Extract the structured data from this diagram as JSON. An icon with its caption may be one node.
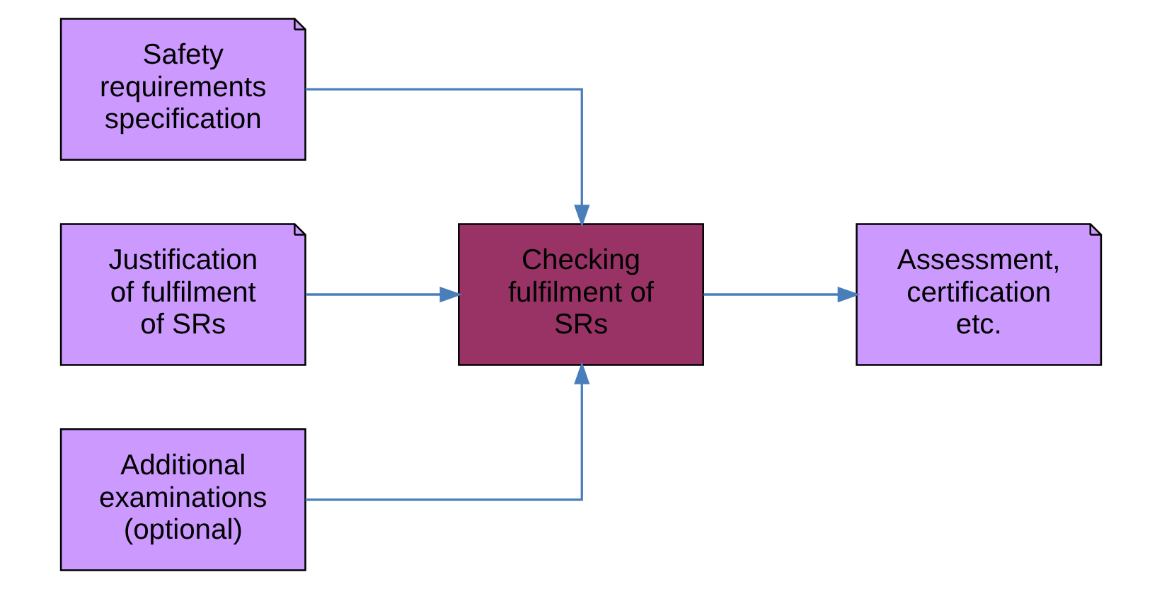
{
  "diagram": {
    "nodes": [
      {
        "text": [
          "Safety requirements specification"
        ]
      },
      {
        "text": [
          "Justification of fulfilment of SRs"
        ]
      },
      {
        "text": [
          "Additional examinations (optional)"
        ]
      },
      {
        "text": [
          "Checking fulfilment of SRs"
        ]
      },
      {
        "text": [
          "Assessment, certification etc."
        ]
      }
    ],
    "edges": [
      {
        "from": 0,
        "to": 3,
        "arrow": "to"
      },
      {
        "from": 1,
        "to": 3,
        "arrow": "to"
      },
      {
        "from": 2,
        "to": 3,
        "arrow": "to"
      },
      {
        "from": 3,
        "to": 4,
        "arrow": "to"
      }
    ]
  }
}
